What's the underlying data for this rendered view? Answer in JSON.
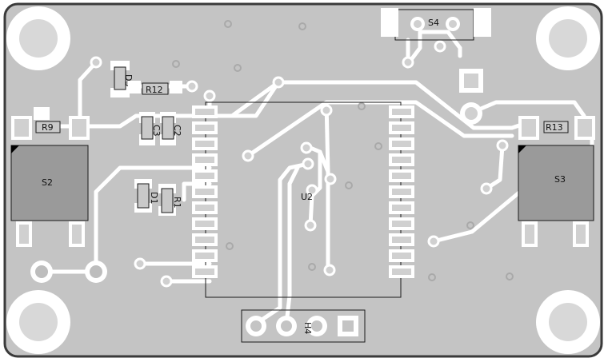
{
  "labels": {
    "s4": "S4",
    "s2": "S2",
    "s3": "S3",
    "u2": "U2",
    "h4": "H4",
    "d3": "D3",
    "d1": "D1",
    "r12": "R12",
    "r9": "R9",
    "r13": "R13",
    "r1": "R1",
    "c3": "C3",
    "c2": "C2"
  },
  "colors": {
    "board": "#bdbdbd",
    "copper": "#c9c9c9",
    "trace": "#ffffff",
    "outline": "#3a3a3a",
    "pad": "#dedede",
    "hole": "#d6d6d6",
    "silk": "#1a1a1a"
  }
}
